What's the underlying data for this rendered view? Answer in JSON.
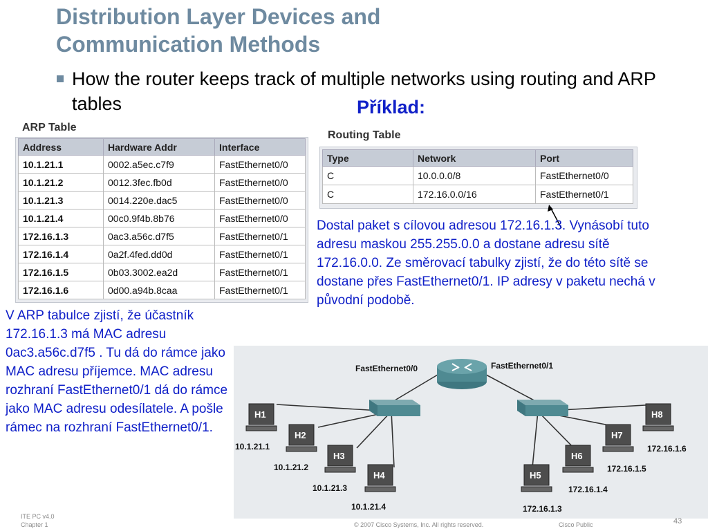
{
  "slide": {
    "title_line1": "Distribution Layer Devices and",
    "title_line2": "Communication Methods",
    "bullet": "How the router keeps track of multiple networks using routing and ARP tables",
    "example_label": "Příklad:",
    "left_text": "V ARP tabulce zjistí, že účastník 172.16.1.3 má MAC adresu 0ac3.a56c.d7f5 . Tu dá do rámce jako MAC adresu příjemce. MAC adresu rozhraní FastEthernet0/1 dá do rámce jako MAC adresu odesílatele. A pošle rámec na rozhraní FastEthernet0/1.",
    "right_text": "Dostal paket s cílovou adresou 172.16.1.3. Vynásobí tuto adresu maskou 255.255.0.0 a dostane adresu sítě 172.16.0.0. Ze směrovací tabulky zjistí, že do této sítě se dostane přes FastEthernet0/1. IP adresy v paketu nechá v původní podobě."
  },
  "arp_table": {
    "title": "ARP Table",
    "headers": [
      "Address",
      "Hardware Addr",
      "Interface"
    ],
    "rows": [
      [
        "10.1.21.1",
        "0002.a5ec.c7f9",
        "FastEthernet0/0"
      ],
      [
        "10.1.21.2",
        "0012.3fec.fb0d",
        "FastEthernet0/0"
      ],
      [
        "10.1.21.3",
        "0014.220e.dac5",
        "FastEthernet0/0"
      ],
      [
        "10.1.21.4",
        "00c0.9f4b.8b76",
        "FastEthernet0/0"
      ],
      [
        "172.16.1.3",
        "0ac3.a56c.d7f5",
        "FastEthernet0/1"
      ],
      [
        "172.16.1.4",
        "0a2f.4fed.dd0d",
        "FastEthernet0/1"
      ],
      [
        "172.16.1.5",
        "0b03.3002.ea2d",
        "FastEthernet0/1"
      ],
      [
        "172.16.1.6",
        "0d00.a94b.8caa",
        "FastEthernet0/1"
      ]
    ]
  },
  "routing_table": {
    "title": "Routing Table",
    "headers": [
      "Type",
      "Network",
      "Port"
    ],
    "rows": [
      [
        "C",
        "10.0.0.0/8",
        "FastEthernet0/0"
      ],
      [
        "C",
        "172.16.0.0/16",
        "FastEthernet0/1"
      ]
    ]
  },
  "diagram": {
    "router_if_left": "FastEthernet0/0",
    "router_if_right": "FastEthernet0/1",
    "hosts": {
      "h1": "H1",
      "h2": "H2",
      "h3": "H3",
      "h4": "H4",
      "h5": "H5",
      "h6": "H6",
      "h7": "H7",
      "h8": "H8"
    },
    "ips": {
      "h1": "10.1.21.1",
      "h2": "10.1.21.2",
      "h3": "10.1.21.3",
      "h4": "10.1.21.4",
      "h5": "172.16.1.3",
      "h6": "172.16.1.4",
      "h7": "172.16.1.5",
      "h8": "172.16.1.6"
    }
  },
  "footer": {
    "course": "ITE PC v4.0",
    "chapter": "Chapter 1",
    "copyright": "© 2007 Cisco Systems, Inc. All rights reserved.",
    "classification": "Cisco Public",
    "page": "43"
  },
  "colors": {
    "title": "#6e8aa0",
    "accent_blue": "#1020c8",
    "table_header": "#c6ccd6",
    "router": "#4f8a92"
  }
}
